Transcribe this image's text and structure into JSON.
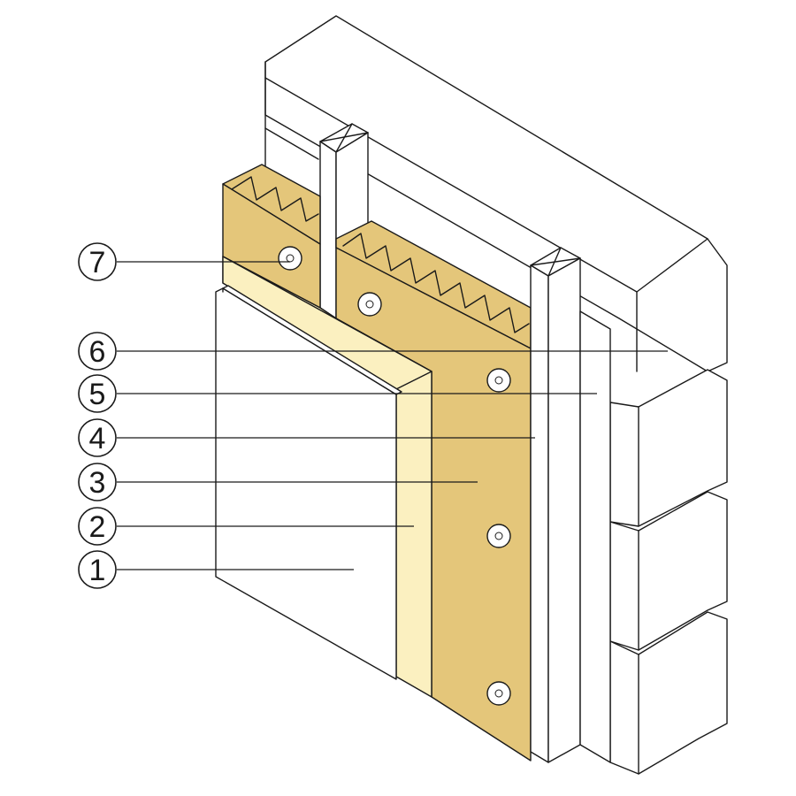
{
  "colors": {
    "insulation": "#e4c67a",
    "membrane": "#fbf0c0",
    "panel": "#ffffff",
    "masonry": "#ffffff",
    "outline": "#1a1a1a"
  },
  "callouts": [
    {
      "number": "7"
    },
    {
      "number": "6"
    },
    {
      "number": "5"
    },
    {
      "number": "4"
    },
    {
      "number": "3"
    },
    {
      "number": "2"
    },
    {
      "number": "1"
    }
  ]
}
